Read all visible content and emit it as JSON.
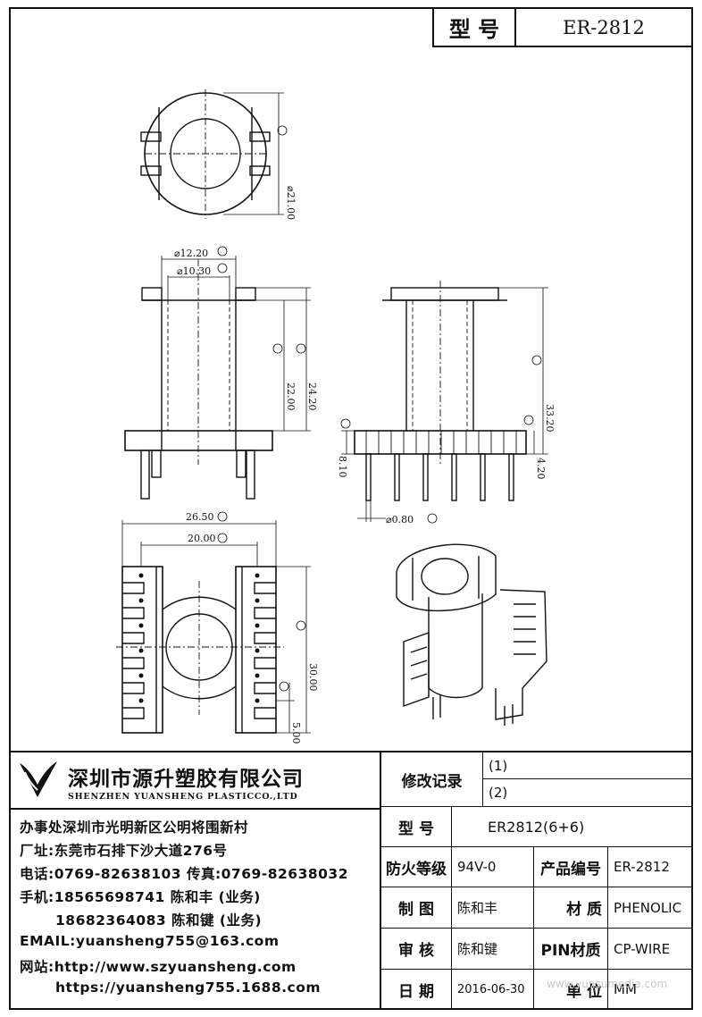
{
  "header": {
    "model_label": "型 号",
    "model_value": "ER-2812"
  },
  "dimensions": {
    "d1": "⌀21.00",
    "d2": "⌀12.20",
    "d3": "⌀10.30",
    "d4": "22.00",
    "d5": "24.20",
    "d6": "33.20",
    "d7": "8.10",
    "d8": "4.20",
    "d9": "⌀0.80",
    "d10": "26.50",
    "d11": "20.00",
    "d12": "30.00",
    "d13": "5.00"
  },
  "company": {
    "name_cn": "深圳市源升塑胶有限公司",
    "name_en": "SHENZHEN YUANSHENG PLASTICCO.,LTD",
    "office": "办事处深圳市光明新区公明将围新村",
    "factory": "厂址:东莞市石排下沙大道276号",
    "phone": "电话:0769-82638103 传真:0769-82638032",
    "mobile1": "手机:18565698741 陈和丰 (业务)",
    "mobile2": "18682364083 陈和键 (业务)",
    "email": "EMAIL:yuansheng755@163.com",
    "web1": "网站:http://www.szyuansheng.com",
    "web2": "https://yuansheng755.1688.com"
  },
  "table": {
    "revision_label": "修改记录",
    "rev1": "(1)",
    "rev2": "(2)",
    "model_label": "型 号",
    "model_value": "ER2812(6+6)",
    "fire_label": "防火等级",
    "fire_value": "94V-0",
    "product_no_label": "产品编号",
    "product_no_value": "ER-2812",
    "drawn_label": "制 图",
    "drawn_value": "陈和丰",
    "material_label": "材 质",
    "material_value": "PHENOLIC",
    "checked_label": "审 核",
    "checked_value": "陈和键",
    "pin_label": "PIN材质",
    "pin_value": "CP-WIRE",
    "date_label": "日 期",
    "date_value": "2016-06-30",
    "unit_label": "单 位",
    "unit_value": "MM"
  },
  "watermark": "www.yunsumedia.com"
}
